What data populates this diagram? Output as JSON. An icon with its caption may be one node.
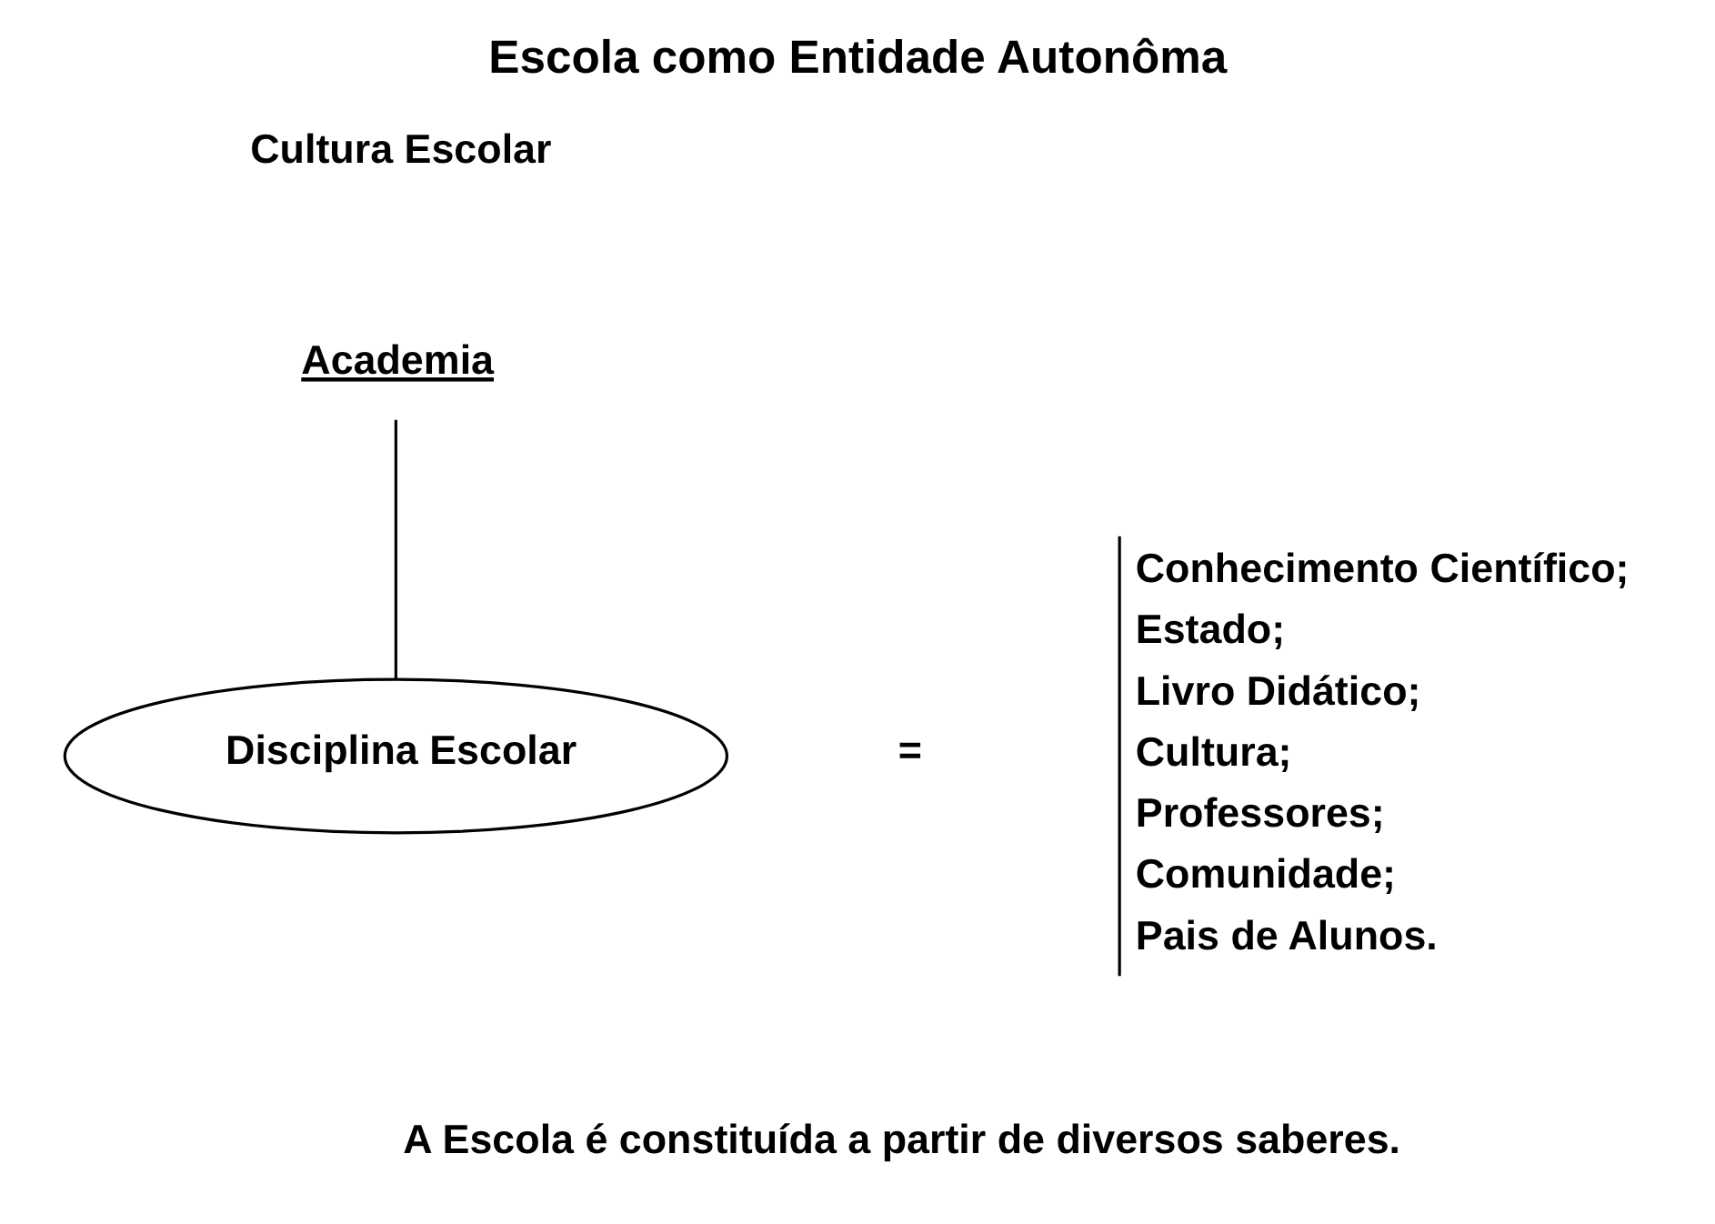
{
  "diagram": {
    "title": "Escola como Entidade Autonôma",
    "caption": "A Escola é constituída a partir de diversos saberes.",
    "nodes": [
      {
        "text": [
          "Academia"
        ]
      },
      {
        "text": [
          "Disciplina Escolar"
        ]
      }
    ],
    "edges": [
      {
        "from": 0,
        "to": 1,
        "arrow": "none"
      }
    ],
    "labels": [
      "Cultura Escolar",
      "=",
      "Conhecimento Científico;",
      "Estado;",
      "Livro Didático;",
      "Cultura;",
      "Professores;",
      "Comunidade;",
      "Pais de Alunos."
    ]
  }
}
